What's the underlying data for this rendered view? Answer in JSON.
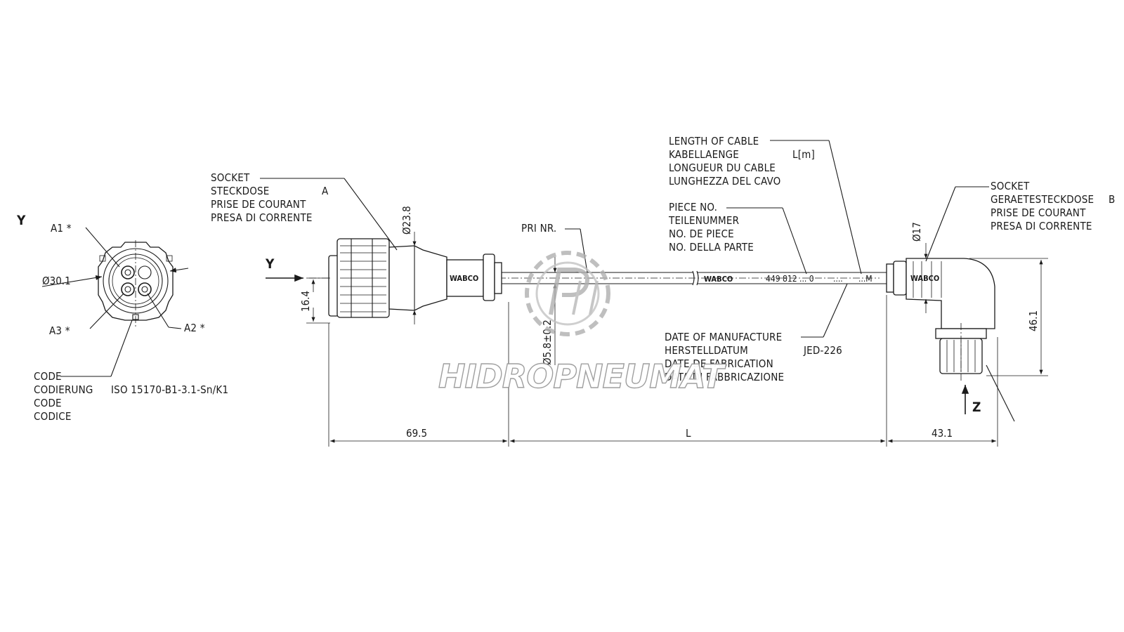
{
  "views": {
    "left_view_letter": "Y",
    "arrow_y_letter": "Y",
    "arrow_z_letter": "Z"
  },
  "pins": {
    "a1": "A1 *",
    "a2": "A2 *",
    "a3": "A3 *",
    "diameter": "Ø30.1"
  },
  "code_block": {
    "lines": [
      "CODE",
      "CODIERUNG",
      "CODE",
      "CODICE"
    ],
    "iso": "ISO 15170-B1-3.1-Sn/K1"
  },
  "socket_a": {
    "lines": [
      "SOCKET",
      "STECKDOSE",
      "PRISE DE COURANT",
      "PRESA DI CORRENTE"
    ],
    "letter": "A"
  },
  "socket_b": {
    "lines": [
      "SOCKET",
      "GERAETESTECKDOSE",
      "PRISE DE COURANT",
      "PRESA DI CORRENTE"
    ],
    "letter": "B"
  },
  "cable_length": {
    "lines": [
      "LENGTH OF CABLE",
      "KABELLAENGE",
      "LONGUEUR DU CABLE",
      "LUNGHEZZA DEL CAVO"
    ],
    "unit": "L[m]"
  },
  "piece_no": {
    "lines": [
      "PIECE NO.",
      "TEILENUMMER",
      "NO. DE PIECE",
      "NO. DELLA PARTE"
    ]
  },
  "pri_nr": "PRI NR.",
  "manufacture": {
    "lines": [
      "DATE OF MANUFACTURE",
      "HERSTELLDATUM",
      "DATE DE FABRICATION",
      "DATA DI FABBRICAZIONE"
    ],
    "std": "JED-226"
  },
  "cable_print": {
    "brand": "WABCO",
    "number": "449 812 ... 0",
    "dots": "....",
    "meter": "...M"
  },
  "connector_brand": "WABCO",
  "dimensions": {
    "d23_8": "Ø23.8",
    "d17": "Ø17",
    "d16_4": "16.4",
    "d5_8": "Ø5.8±0.2",
    "d46_1": "46.1",
    "d69_5": "69.5",
    "dL": "L",
    "d43_1": "43.1"
  },
  "watermark": "HIDROPNEUMAT"
}
